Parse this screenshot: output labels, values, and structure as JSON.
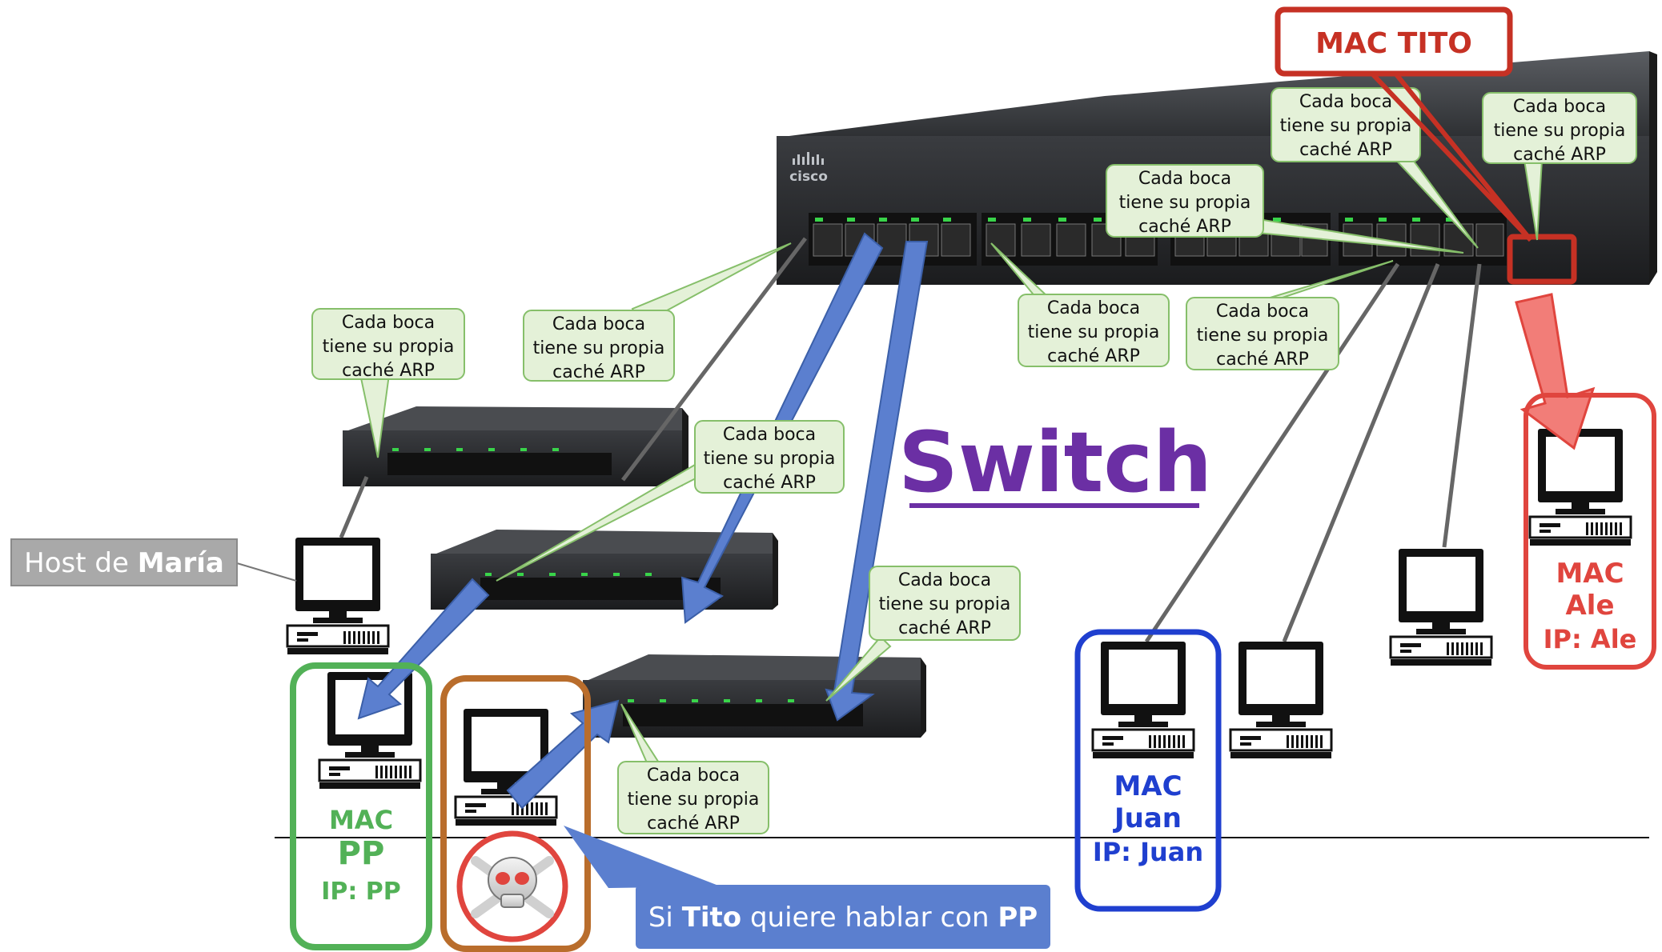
{
  "callout_text": [
    "Cada boca",
    "tiene su propia",
    "caché ARP"
  ],
  "main_label": "Switch",
  "mac_tito_label": "MAC TITO",
  "host_maria": {
    "prefix": "Host de ",
    "name": "María"
  },
  "pp": {
    "line1": "MAC",
    "line2": "PP",
    "line3": "IP: PP"
  },
  "juan": {
    "line1": "MAC",
    "line2": "Juan",
    "line3": "IP: Juan"
  },
  "ale": {
    "line1": "MAC",
    "line2": "Ale",
    "line3": "IP: Ale"
  },
  "note": {
    "p1": "Si ",
    "tito": "Tito",
    "p2": " quiere hablar con ",
    "pp": "PP"
  },
  "switch_brand": "cisco",
  "colors": {
    "callout_fill": "#e4f1d8",
    "callout_stroke": "#86bf6a",
    "arrow_blue": "#5b7fcf",
    "switch_purple": "#6b2fa4",
    "pp_green": "#52b157",
    "tito_brown": "#b96d2c",
    "juan_blue": "#1f3fcf",
    "ale_red": "#e0453e",
    "note_fill": "#5b7fcf",
    "mac_tito_border": "#c0392b"
  }
}
